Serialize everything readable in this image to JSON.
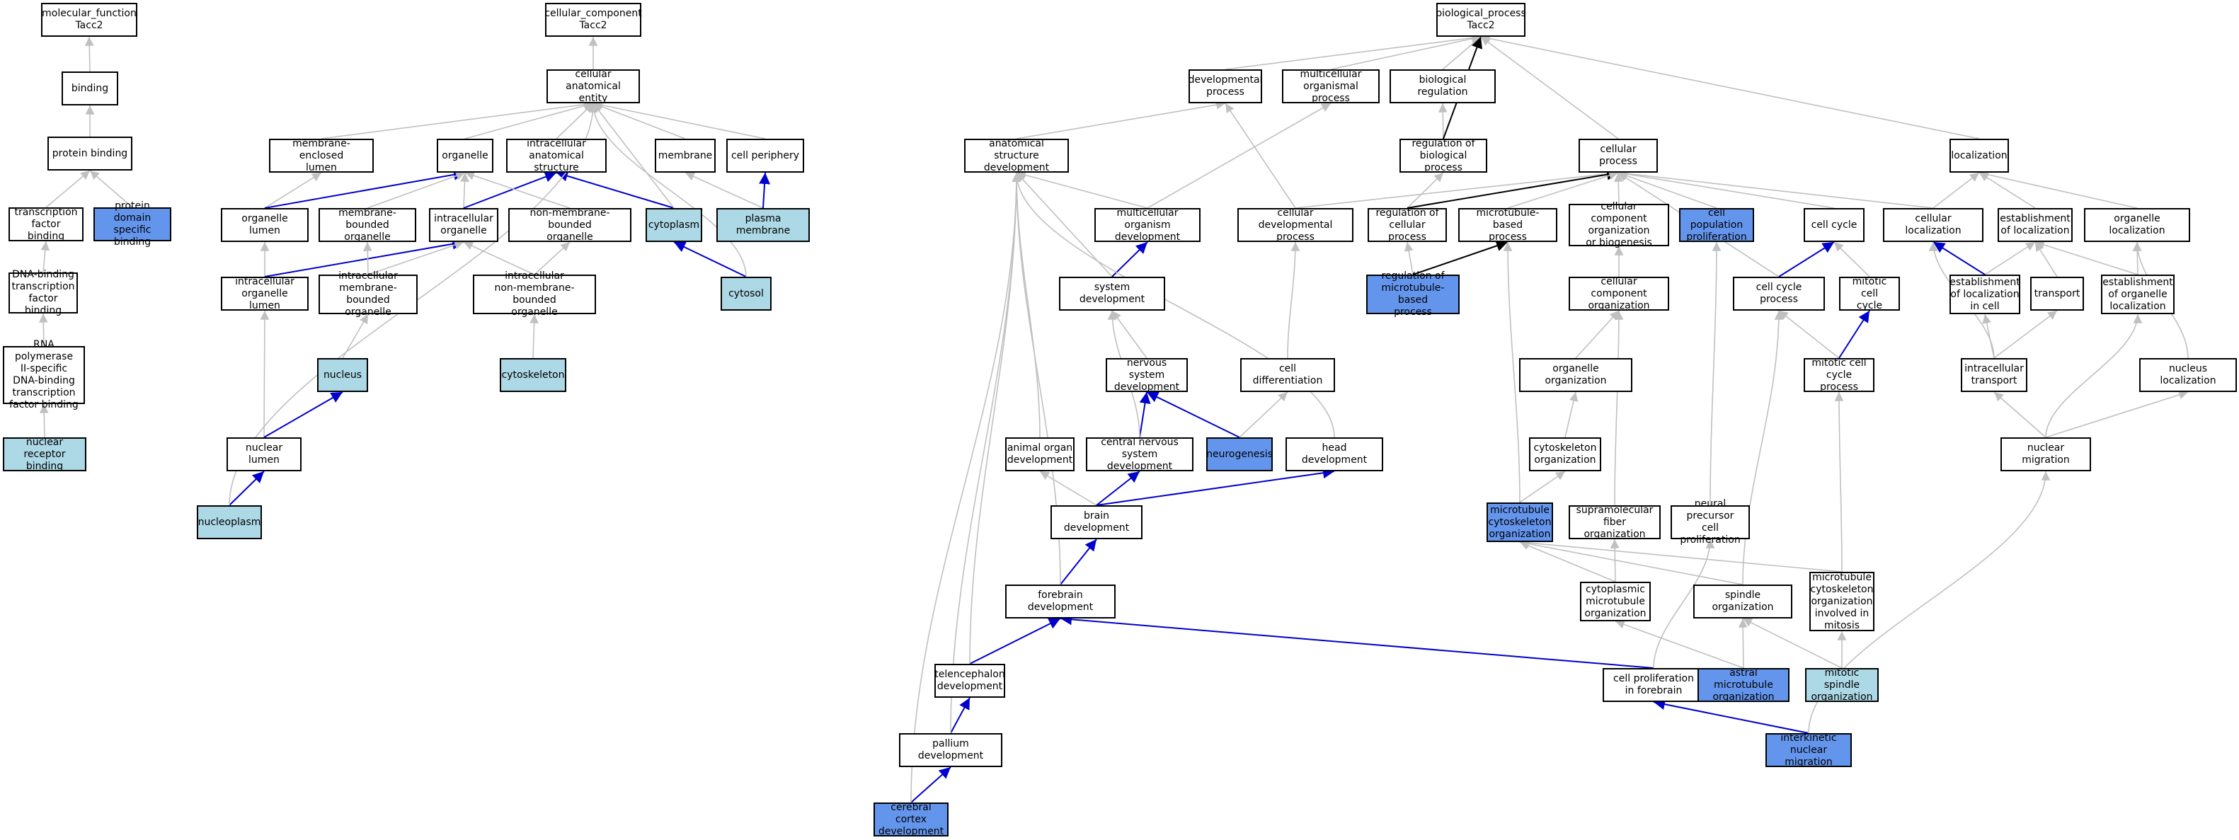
{
  "colors": {
    "gray_edge": "#c0c0c0",
    "blue_edge": "#0000cd",
    "black_edge": "#000000",
    "light_fill": "#add8e6",
    "blue_fill": "#6495ed"
  },
  "nodes": {
    "mf_root": "molecular_function\nTacc2",
    "binding": "binding",
    "protein_binding": "protein binding",
    "tf_binding": "transcription\nfactor binding",
    "protein_domain_binding": "protein domain\nspecific binding",
    "dna_tf_binding": "DNA-binding\ntranscription\nfactor binding",
    "rnap_tf_binding": "RNA polymerase\nII-specific\nDNA-binding\ntranscription\nfactor binding",
    "nuclear_receptor_binding": "nuclear receptor\nbinding",
    "cc_root": "cellular_component\nTacc2",
    "cell_anat_entity": "cellular anatomical\nentity",
    "membrane_enclosed_lumen": "membrane-enclosed\nlumen",
    "organelle": "organelle",
    "intracellular_anat_structure": "intracellular\nanatomical structure",
    "membrane": "membrane",
    "cell_periphery": "cell periphery",
    "organelle_lumen": "organelle lumen",
    "membrane_bounded_organelle": "membrane-bounded\norganelle",
    "intracellular_organelle": "intracellular\norganelle",
    "non_membrane_bounded_organelle": "non-membrane-bounded\norganelle",
    "cytoplasm": "cytoplasm",
    "plasma_membrane": "plasma membrane",
    "intracellular_organelle_lumen": "intracellular\norganelle lumen",
    "intracellular_mb_organelle": "intracellular\nmembrane-bounded\norganelle",
    "intracellular_nmb_organelle": "intracellular\nnon-membrane-bounded\norganelle",
    "cytosol": "cytosol",
    "nucleus": "nucleus",
    "cytoskeleton": "cytoskeleton",
    "nuclear_lumen": "nuclear lumen",
    "nucleoplasm": "nucleoplasm",
    "bp_root": "biological_process\nTacc2",
    "developmental_process": "developmental\nprocess",
    "multicellular_organismal_process": "multicellular\norganismal process",
    "biological_regulation": "biological regulation",
    "regulation_of_bp": "regulation of\nbiological process",
    "cellular_process": "cellular process",
    "localization": "localization",
    "anat_structure_dev": "anatomical structure\ndevelopment",
    "multicellular_organism_dev": "multicellular\norganism development",
    "cellular_dev_process": "cellular developmental\nprocess",
    "regulation_of_cellular_process": "regulation of\ncellular process",
    "microtubule_based_process": "microtubule-based\nprocess",
    "cc_org_or_biogenesis": "cellular component\norganization\nor biogenesis",
    "cell_population_proliferation": "cell population\nproliferation",
    "cell_cycle": "cell cycle",
    "cellular_localization": "cellular localization",
    "establishment_of_localization": "establishment\nof localization",
    "organelle_localization": "organelle localization",
    "system_development": "system development",
    "reg_microtubule_based_process": "regulation of\nmicrotubule-based\nprocess",
    "cc_organization": "cellular component\norganization",
    "cell_cycle_process": "cell cycle process",
    "mitotic_cell_cycle": "mitotic cell\ncycle",
    "est_loc_in_cell": "establishment\nof localization\nin cell",
    "transport": "transport",
    "est_organelle_loc": "establishment\nof organelle\nlocalization",
    "nervous_system_dev": "nervous system\ndevelopment",
    "cell_differentiation": "cell differentiation",
    "organelle_organization": "organelle organization",
    "mitotic_cell_cycle_process": "mitotic cell\ncycle process",
    "intracellular_transport": "intracellular\ntransport",
    "nucleus_localization": "nucleus localization",
    "animal_organ_dev": "animal organ\ndevelopment",
    "cns_dev": "central nervous\nsystem development",
    "neurogenesis": "neurogenesis",
    "head_development": "head development",
    "cytoskeleton_organization": "cytoskeleton\norganization",
    "nuclear_migration": "nuclear migration",
    "brain_development": "brain development",
    "mt_cytoskeleton_org": "microtubule\ncytoskeleton\norganization",
    "supramolecular_fiber_org": "supramolecular\nfiber organization",
    "neural_precursor_prolif": "neural precursor\ncell proliferation",
    "forebrain_development": "forebrain development",
    "cytoplasmic_mt_org": "cytoplasmic\nmicrotubule\norganization",
    "spindle_organization": "spindle organization",
    "mt_cyto_org_mitosis": "microtubule\ncytoskeleton\norganization\ninvolved in\nmitosis",
    "telencephalon_dev": "telencephalon\ndevelopment",
    "cell_prolif_forebrain": "cell proliferation\nin forebrain",
    "astral_mt_org": "astral microtubule\norganization",
    "mitotic_spindle_org": "mitotic spindle\norganization",
    "pallium_development": "pallium development",
    "interkinetic_nuclear_migration": "interkinetic\nnuclear migration",
    "cerebral_cortex_dev": "cerebral cortex\ndevelopment"
  }
}
